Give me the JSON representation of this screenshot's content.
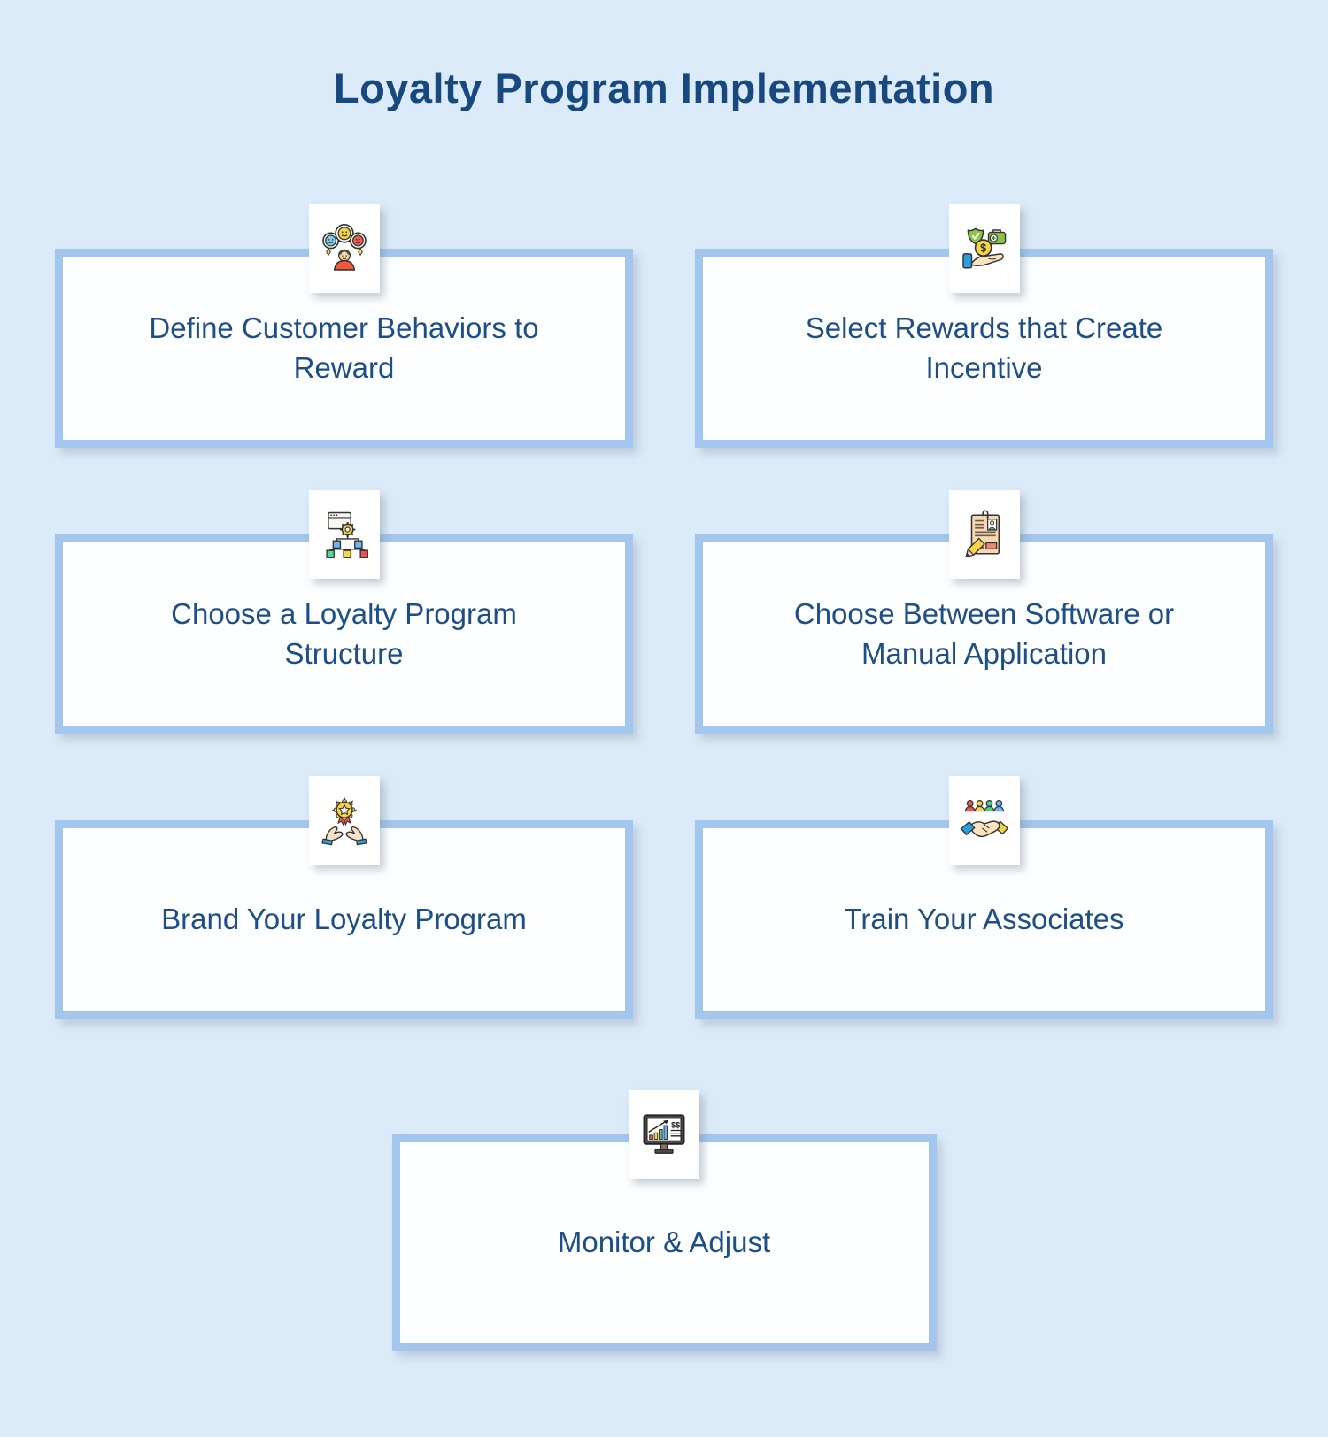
{
  "page": {
    "title": "Loyalty Program Implementation",
    "background_color": "#dcebf9",
    "card_border_color": "#a3c6ee",
    "card_background_color": "#fdfeff",
    "title_color": "#17497e",
    "text_color": "#1d4e85"
  },
  "cards": [
    {
      "label": "Define Customer Behaviors to Reward",
      "icon": "customer-emotions-icon"
    },
    {
      "label": "Select Rewards that Create Incentive",
      "icon": "reward-money-icon"
    },
    {
      "label": "Choose a Loyalty Program Structure",
      "icon": "program-structure-icon"
    },
    {
      "label": "Choose Between Software or Manual Application",
      "icon": "application-form-icon"
    },
    {
      "label": "Brand Your Loyalty Program",
      "icon": "brand-award-icon"
    },
    {
      "label": "Train Your Associates",
      "icon": "handshake-icon"
    },
    {
      "label": "Monitor & Adjust",
      "icon": "monitor-chart-icon"
    }
  ]
}
